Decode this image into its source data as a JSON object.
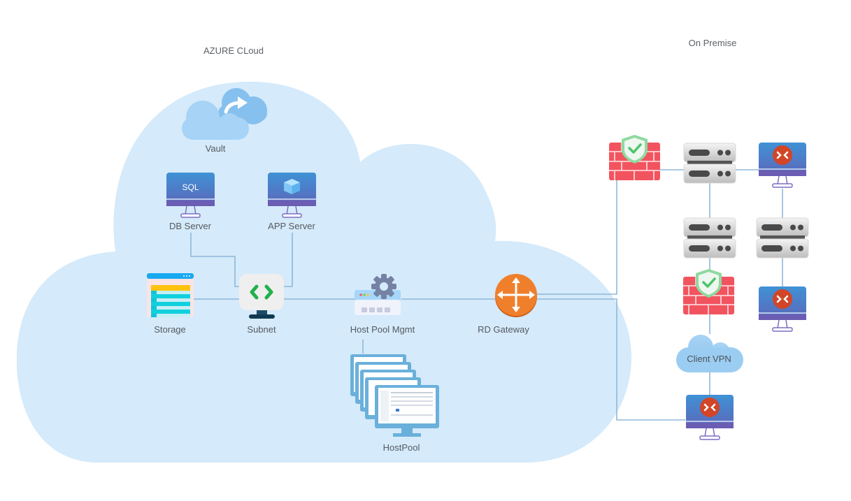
{
  "diagram": {
    "regions": [
      {
        "id": "azure",
        "title": "AZURE CLoud"
      },
      {
        "id": "onprem",
        "title": "On Premise"
      }
    ],
    "nodes": {
      "vault": {
        "label": "Vault",
        "icon": "cloud-backup-icon"
      },
      "db_server": {
        "label": "DB Server",
        "icon": "monitor-sql-icon",
        "screen_text": "SQL"
      },
      "app_server": {
        "label": "APP Server",
        "icon": "monitor-cube-icon"
      },
      "storage": {
        "label": "Storage",
        "icon": "storage-table-icon"
      },
      "subnet": {
        "label": "Subnet",
        "icon": "subnet-code-icon"
      },
      "host_pool_mgmt": {
        "label": "Host Pool Mgmt",
        "icon": "router-gear-icon"
      },
      "rd_gateway": {
        "label": "RD Gateway",
        "icon": "router-arrows-icon"
      },
      "host_pool": {
        "label": "HostPool",
        "icon": "stacked-monitors-icon"
      },
      "firewall_top": {
        "label": "",
        "icon": "firewall-shield-icon"
      },
      "server_top": {
        "label": "",
        "icon": "server-rack-icon"
      },
      "rdp_client_top": {
        "label": "",
        "icon": "remote-desktop-monitor-icon"
      },
      "server_mid_left": {
        "label": "",
        "icon": "server-rack-icon"
      },
      "server_mid_right": {
        "label": "",
        "icon": "server-rack-icon"
      },
      "firewall_mid": {
        "label": "",
        "icon": "firewall-shield-icon"
      },
      "rdp_client_mid": {
        "label": "",
        "icon": "remote-desktop-monitor-icon"
      },
      "client_vpn": {
        "label": "Client VPN",
        "icon": "vpn-cloud-icon"
      },
      "rdp_client_bottom": {
        "label": "",
        "icon": "remote-desktop-monitor-icon"
      }
    },
    "connections": [
      [
        "db_server",
        "subnet"
      ],
      [
        "app_server",
        "subnet"
      ],
      [
        "storage",
        "subnet"
      ],
      [
        "subnet",
        "host_pool_mgmt"
      ],
      [
        "host_pool_mgmt",
        "rd_gateway"
      ],
      [
        "host_pool_mgmt",
        "host_pool"
      ],
      [
        "rd_gateway",
        "firewall_top"
      ],
      [
        "rd_gateway",
        "rdp_client_bottom"
      ],
      [
        "firewall_top",
        "server_top"
      ],
      [
        "server_top",
        "rdp_client_top"
      ],
      [
        "server_top",
        "server_mid_left"
      ],
      [
        "server_mid_left",
        "firewall_mid"
      ],
      [
        "firewall_mid",
        "client_vpn"
      ],
      [
        "client_vpn",
        "rdp_client_bottom"
      ],
      [
        "rdp_client_top",
        "server_mid_right"
      ],
      [
        "server_mid_right",
        "rdp_client_mid"
      ]
    ],
    "colors": {
      "cloud_fill": "#d5eafa",
      "line": "#8fb8da",
      "label_text": "#555a60",
      "monitor_top": "#3f8fd3",
      "monitor_bottom": "#6a5db3",
      "firewall_red": "#f2545f",
      "shield_green": "#4cc46a",
      "gateway_orange": "#f07f2b",
      "rdp_red": "#d24526",
      "subnet_green": "#22b14c"
    }
  }
}
